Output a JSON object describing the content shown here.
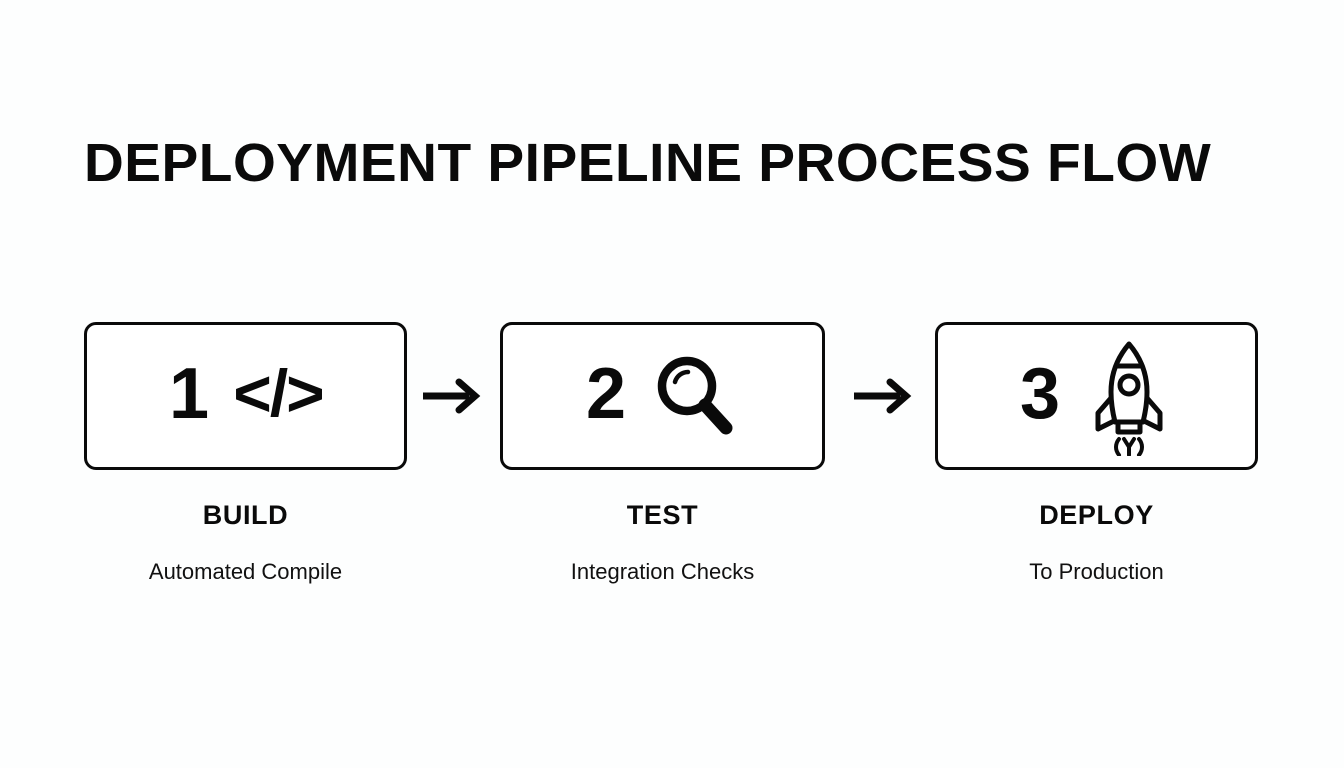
{
  "page": {
    "title": "DEPLOYMENT PIPELINE PROCESS FLOW",
    "background_color": "#fdfefe",
    "ink_color": "#0a0a0a"
  },
  "flow": {
    "connector_label": "arrow-right",
    "steps": [
      {
        "number": "1",
        "icon": "code-brackets-icon",
        "icon_glyph": "</>",
        "title": "BUILD",
        "description": "Automated Compile"
      },
      {
        "number": "2",
        "icon": "magnifier-icon",
        "icon_glyph": "",
        "title": "TEST",
        "description": "Integration Checks"
      },
      {
        "number": "3",
        "icon": "rocket-icon",
        "icon_glyph": "",
        "title": "DEPLOY",
        "description": "To Production"
      }
    ],
    "connectors": [
      {
        "name": "arrow-1-to-2"
      },
      {
        "name": "arrow-2-to-3"
      }
    ]
  }
}
